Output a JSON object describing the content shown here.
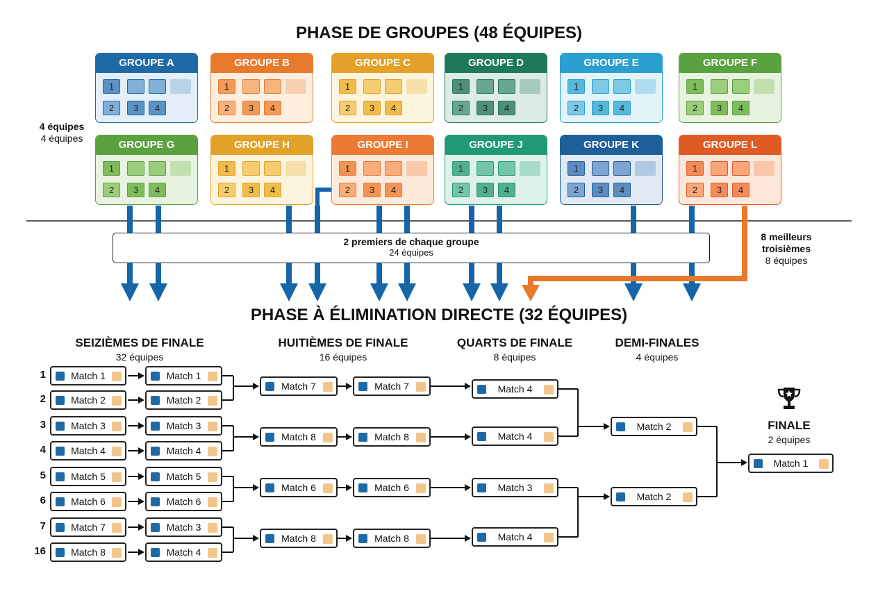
{
  "group_phase": {
    "title": "PHASE DE GROUPES (48 ÉQUIPES)",
    "side_label": {
      "bold": "4 équipes",
      "normal": "4 équipes"
    },
    "groups": [
      {
        "name": "GROUPE A",
        "color": "#1f6aa5",
        "fill": "#e3eef8",
        "cell": "#7fb0d8",
        "cellDark": "#5b93c6",
        "ghost": "#b9d3ea"
      },
      {
        "name": "GROUPE B",
        "color": "#e87a2e",
        "fill": "#fdeede",
        "cell": "#f8b37c",
        "cellDark": "#f29a58",
        "ghost": "#f7cfb0"
      },
      {
        "name": "GROUPE C",
        "color": "#e3a12a",
        "fill": "#fdf4dd",
        "cell": "#f5cd70",
        "cellDark": "#f0bd4a",
        "ghost": "#f6e0a9"
      },
      {
        "name": "GROUPE D",
        "color": "#1f7a5c",
        "fill": "#dcebe5",
        "cell": "#6aa590",
        "cellDark": "#4e8f78",
        "ghost": "#a6c9bc"
      },
      {
        "name": "GROUPE E",
        "color": "#2b9fcf",
        "fill": "#e2f3fa",
        "cell": "#7cc9e6",
        "cellDark": "#58b7dc",
        "ghost": "#aedcee"
      },
      {
        "name": "GROUPE F",
        "color": "#5aa13f",
        "fill": "#e8f3df",
        "cell": "#9bcd7c",
        "cellDark": "#7fbc5c",
        "ghost": "#c2e0ad"
      },
      {
        "name": "GROUPE G",
        "color": "#5aa13f",
        "fill": "#e8f3df",
        "cell": "#9bcd7c",
        "cellDark": "#7fbc5c",
        "ghost": "#c2e0ad"
      },
      {
        "name": "GROUPE H",
        "color": "#e3a12a",
        "fill": "#fdf4dd",
        "cell": "#f5cd70",
        "cellDark": "#f0bd4a",
        "ghost": "#f6e0a9"
      },
      {
        "name": "GROUPE I",
        "color": "#ec7a35",
        "fill": "#fdeadb",
        "cell": "#f8ad7a",
        "cellDark": "#f39456",
        "ghost": "#f8c9a8"
      },
      {
        "name": "GROUPE J",
        "color": "#1f9a74",
        "fill": "#dff2ea",
        "cell": "#76c4a8",
        "cellDark": "#52b08f",
        "ghost": "#a8dac7"
      },
      {
        "name": "GROUPE K",
        "color": "#1f5f9a",
        "fill": "#e1eaf4",
        "cell": "#7ea5cf",
        "cellDark": "#5d8cc0",
        "ghost": "#b2c9e3"
      },
      {
        "name": "GROUPE L",
        "color": "#e05a24",
        "fill": "#fde7da",
        "cell": "#f8a77b",
        "cellDark": "#f38c58",
        "ghost": "#f8c6a9"
      }
    ],
    "cell_labels": [
      "1",
      "2",
      "3",
      "4"
    ]
  },
  "qualify": {
    "top2": {
      "bold": "2 premiers de chaque groupe",
      "normal": "24 équipes"
    },
    "thirds": {
      "bold1": "8 meilleurs",
      "bold2": "troisièmes",
      "normal": "8 équipes"
    }
  },
  "knockout": {
    "title": "PHASE À ÉLIMINATION DIRECTE (32 ÉQUIPES)",
    "stages": [
      {
        "name": "SEIZIÈMES DE FINALE",
        "count": "32 équipes"
      },
      {
        "name": "HUITIÈMES DE FINALE",
        "count": "16 équipes"
      },
      {
        "name": "QUARTS DE FINALE",
        "count": "8 équipes"
      },
      {
        "name": "DEMI-FINALES",
        "count": "4 équipes"
      }
    ],
    "seeds": [
      "1",
      "2",
      "3",
      "4",
      "5",
      "6",
      "7",
      "16"
    ],
    "round32_col1": [
      "Match 1",
      "Match 2",
      "Match 3",
      "Match 4",
      "Match 5",
      "Match 6",
      "Match 7",
      "Match 8"
    ],
    "round32_col2": [
      "Match 1",
      "Match 2",
      "Match 3",
      "Match 4",
      "Match 5",
      "Match 6",
      "Match 3",
      "Match 4"
    ],
    "round16_col1": [
      "Match 7",
      "Match 8",
      "Match 6",
      "Match 8"
    ],
    "round16_col2": [
      "Match 7",
      "Match 8",
      "Match 6",
      "Match 8"
    ],
    "quarters": [
      "Match 4",
      "Match 4",
      "Match 3",
      "Match 4"
    ],
    "semis": [
      "Match 2",
      "Match 2"
    ],
    "final": {
      "name": "FINALE",
      "count": "2 équipes",
      "match": "Match 1"
    },
    "colors": {
      "arrow_blue": "#1565a8",
      "arrow_orange": "#e8782a",
      "team_blue": "#1f6aa5",
      "team_orange": "#f2c68a"
    }
  }
}
